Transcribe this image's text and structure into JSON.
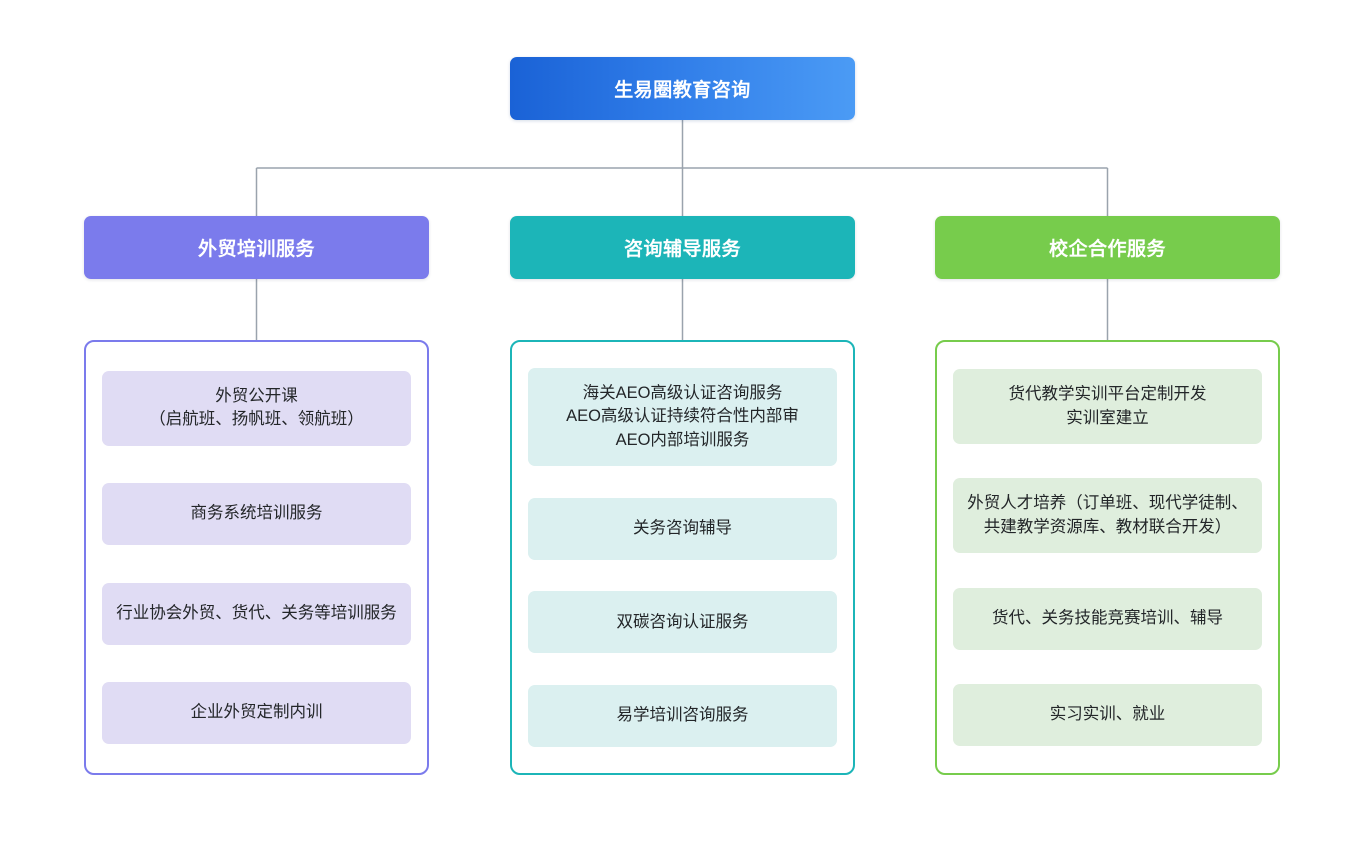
{
  "root": {
    "label": "生易圈教育咨询",
    "color": "#2f7ce8"
  },
  "branches": [
    {
      "key": "waimao-peixun",
      "label": "外贸培训服务",
      "color": "#7b7bec",
      "item_bg": "#e0dcf4",
      "items": [
        "外贸公开课\n（启航班、扬帆班、领航班）",
        "商务系统培训服务",
        "行业协会外贸、货代、关务等培训服务",
        "企业外贸定制内训"
      ]
    },
    {
      "key": "zixun-fudao",
      "label": "咨询辅导服务",
      "color": "#1cb5b8",
      "item_bg": "#dbf0f0",
      "items": [
        "海关AEO高级认证咨询服务\nAEO高级认证持续符合性内部审\nAEO内部培训服务",
        "关务咨询辅导",
        "双碳咨询认证服务",
        "易学培训咨询服务"
      ]
    },
    {
      "key": "xiaoqi-hezuo",
      "label": "校企合作服务",
      "color": "#77cc4c",
      "item_bg": "#dfeedd",
      "items": [
        "货代教学实训平台定制开发\n实训室建立",
        "外贸人才培养（订单班、现代学徒制、共建教学资源库、教材联合开发）",
        "货代、关务技能竞赛培训、辅导",
        "实习实训、就业"
      ]
    }
  ],
  "connector": {
    "color": "#9aa3ad"
  }
}
